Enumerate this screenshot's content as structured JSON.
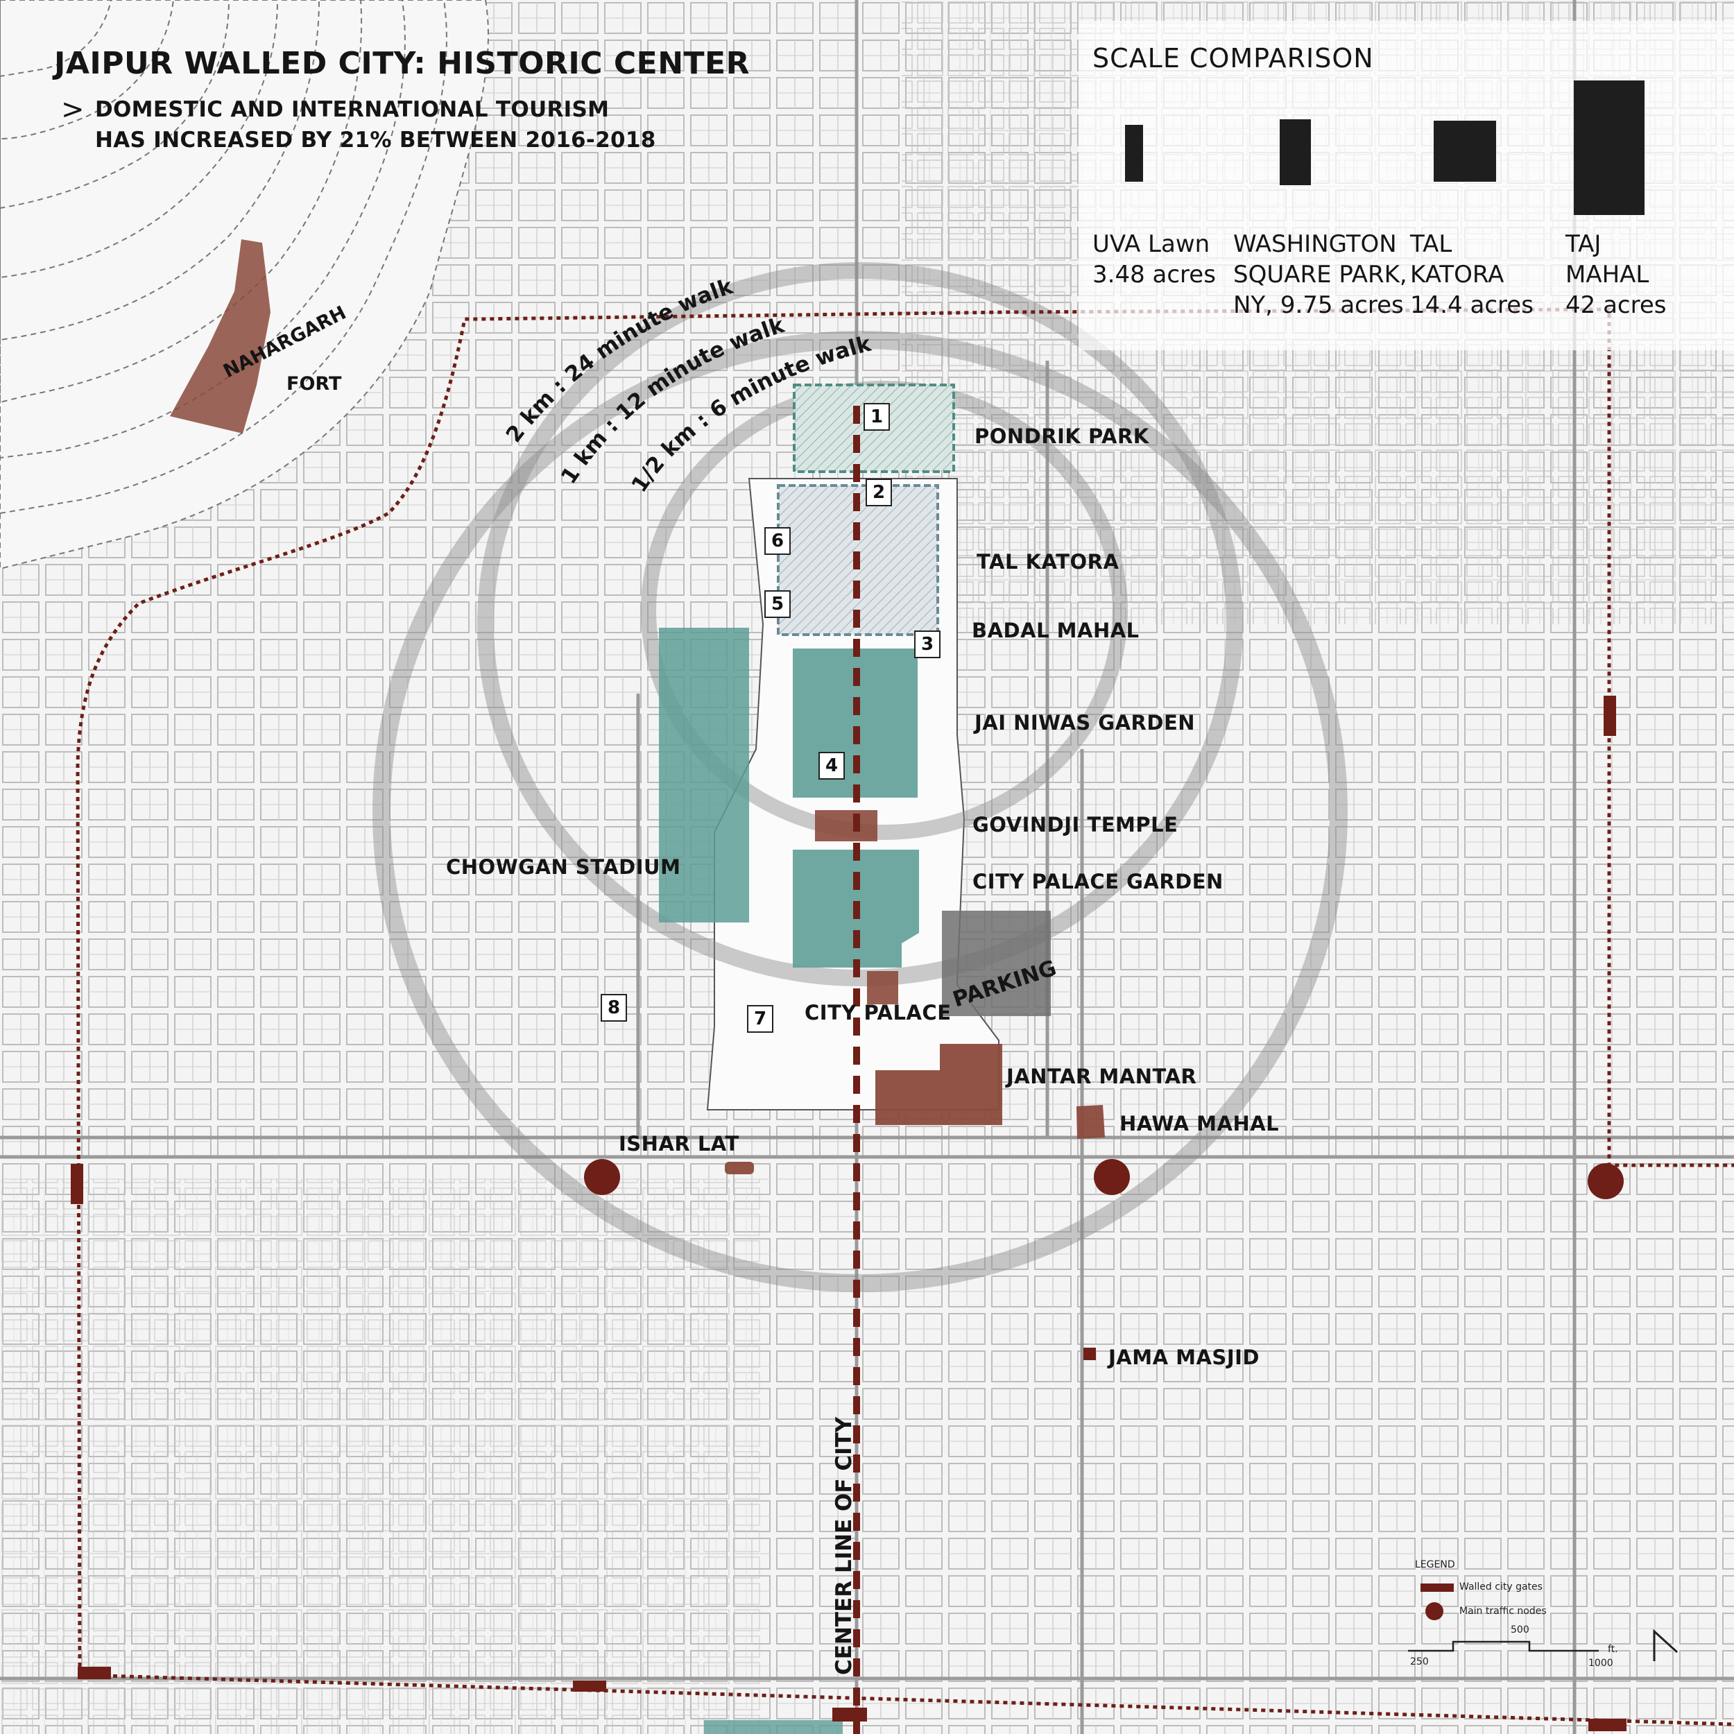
{
  "header": {
    "title": "JAIPUR WALLED CITY: HISTORIC CENTER",
    "arrow": ">",
    "subtitle_line1": "DOMESTIC AND INTERNATIONAL TOURISM",
    "subtitle_line2": "HAS INCREASED BY 21% BETWEEN 2016-2018"
  },
  "scale_comparison": {
    "heading": "SCALE COMPARISON",
    "items": [
      {
        "name_line1": "UVA Lawn",
        "name_line2": "3.48 acres",
        "name_line3": "",
        "acres": 3.48
      },
      {
        "name_line1": "WASHINGTON",
        "name_line2": "SQUARE PARK,",
        "name_line3": "NY, 9.75 acres",
        "acres": 9.75
      },
      {
        "name_line1": "TAL",
        "name_line2": "KATORA",
        "name_line3": "14.4 acres",
        "acres": 14.4
      },
      {
        "name_line1": "TAJ",
        "name_line2": "MAHAL",
        "name_line3": "42 acres",
        "acres": 42
      }
    ]
  },
  "walk_rings": {
    "ring_2km": "2 km : 24 minute walk",
    "ring_1km": "1 km : 12 minute walk",
    "ring_half": "1/2 km : 6 minute walk"
  },
  "places": {
    "nahargarh_line1": "NAHARGARH",
    "nahargarh_line2": "FORT",
    "pondrik_park": "PONDRIK PARK",
    "tal_katora": "TAL KATORA",
    "badal_mahal": "BADAL MAHAL",
    "jai_niwas_garden": "JAI NIWAS GARDEN",
    "govindji_temple": "GOVINDJI TEMPLE",
    "city_palace_garden": "CITY PALACE GARDEN",
    "chowgan_stadium": "CHOWGAN STADIUM",
    "parking": "PARKING",
    "city_palace": "CITY PALACE",
    "jantar_mantar": "JANTAR MANTAR",
    "hawa_mahal": "HAWA MAHAL",
    "ishar_lat": "ISHAR LAT",
    "jama_masjid": "JAMA MASJID",
    "center_line": "CENTER LINE OF CITY"
  },
  "markers": [
    "1",
    "2",
    "3",
    "4",
    "5",
    "6",
    "7",
    "8"
  ],
  "legend": {
    "title": "LEGEND",
    "gates": "Walled city gates",
    "nodes": "Main traffic nodes"
  },
  "scale_bar": {
    "mid": "500",
    "left": "250",
    "right": "1000",
    "unit": "ft."
  },
  "colors": {
    "heritage": "#8b4a3c",
    "garden": "#5e9e97",
    "wall": "#6e1f18",
    "parking": "#707070",
    "ring": "#8c8c8c",
    "building_bar": "#1e1e1e"
  }
}
